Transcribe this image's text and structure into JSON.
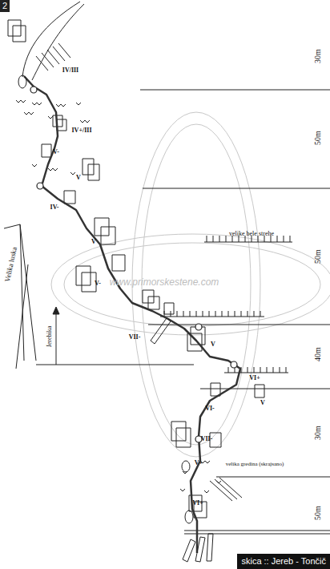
{
  "diagram": {
    "caption": "skica :: Jereb - Tončič",
    "labels": [
      "2",
      "30m",
      "50m",
      "50m",
      "40m",
      "30m",
      "50m",
      "IV/III",
      "IV+/III",
      "V-",
      "V",
      "IV-",
      "V",
      "V-",
      "VII-",
      "V",
      "VI+",
      "VI-",
      "V",
      "VII-",
      "V+",
      "VI+",
      "velike bele strehe",
      "velika gredina (skrajsano)",
      "Velika luska",
      "Jerebika",
      "www.primorskestene.com"
    ]
  }
}
